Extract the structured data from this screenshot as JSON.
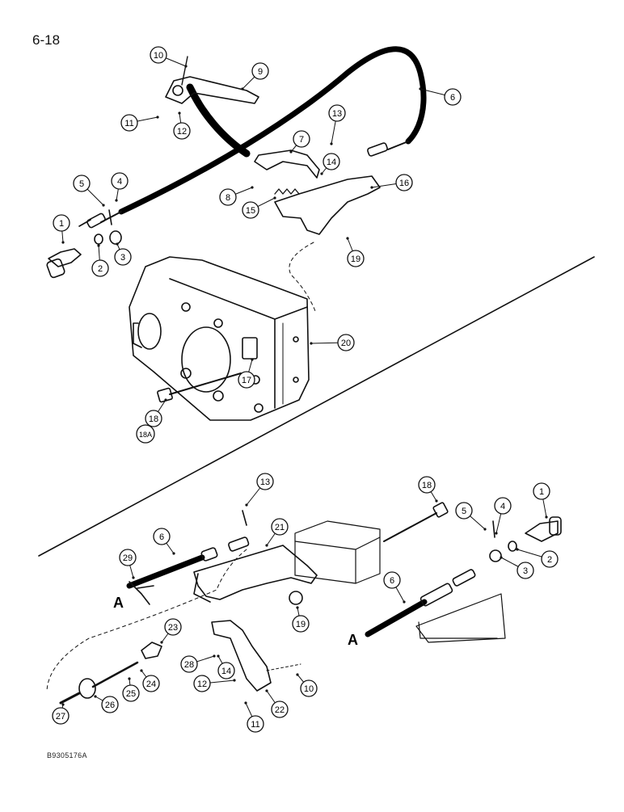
{
  "page_number": "6-18",
  "figure_id": "B9305176A",
  "callouts": [
    "10",
    "9",
    "6",
    "11",
    "12",
    "13",
    "7",
    "14",
    "16",
    "5",
    "4",
    "8",
    "15",
    "1",
    "2",
    "3",
    "19",
    "20",
    "17",
    "18",
    "18A",
    "13",
    "18",
    "21",
    "4",
    "1",
    "5",
    "29",
    "6",
    "2",
    "3",
    "A",
    "19",
    "6",
    "23",
    "A",
    "28",
    "14",
    "24",
    "10",
    "12",
    "26",
    "25",
    "22",
    "27",
    "11"
  ],
  "section_mark": "A"
}
